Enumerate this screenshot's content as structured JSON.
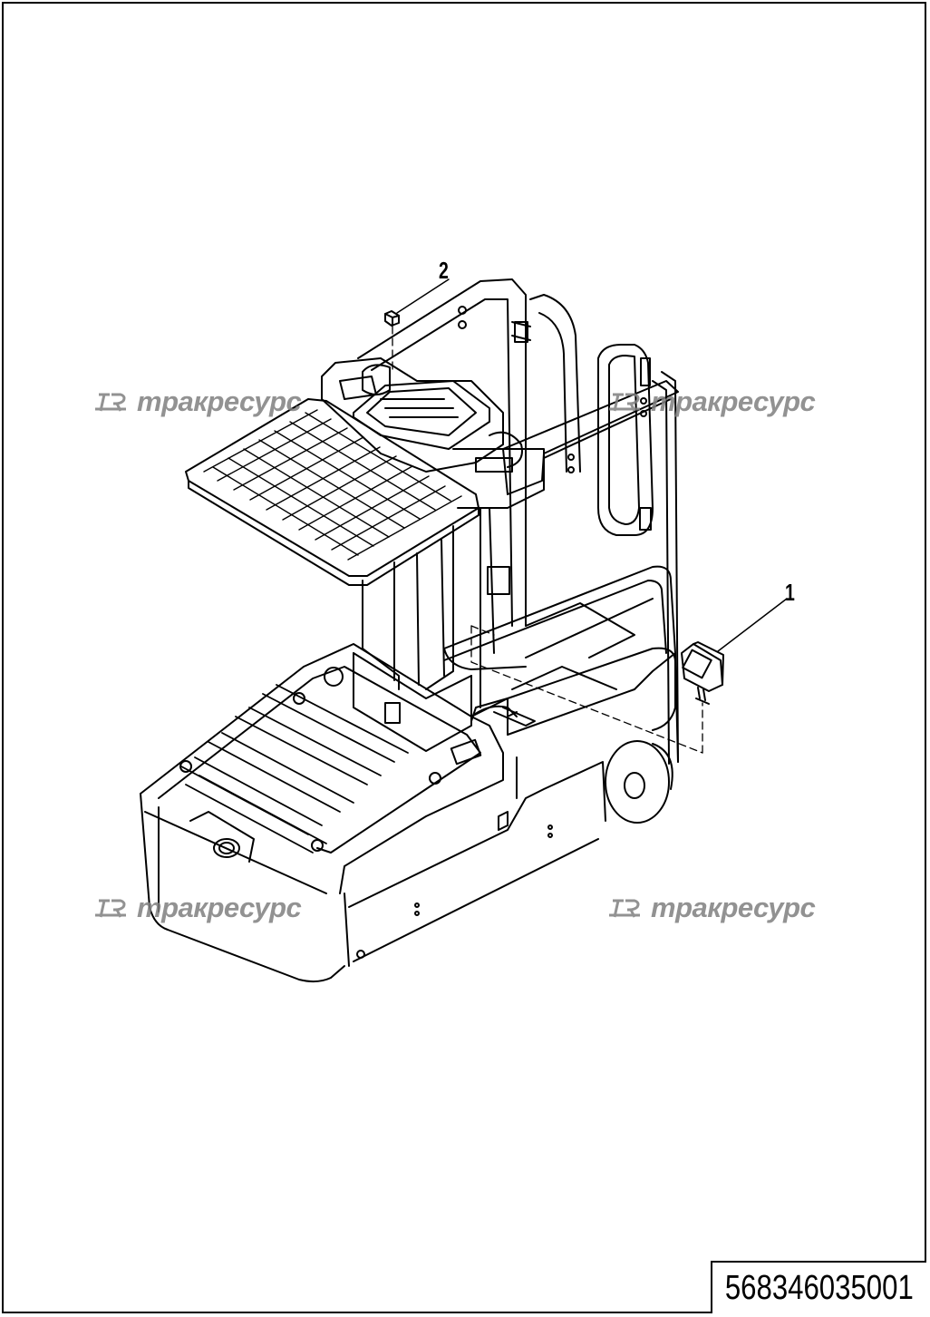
{
  "callouts": {
    "item1": "1",
    "item2": "2"
  },
  "watermark": {
    "text": "тракресурс"
  },
  "part_number": "568346035001",
  "colors": {
    "line": "#000000",
    "watermark": "#7f7f7f",
    "background": "#ffffff"
  }
}
